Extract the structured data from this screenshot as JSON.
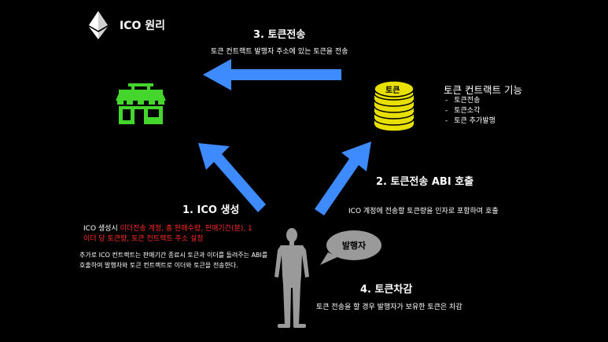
{
  "header": {
    "title": "ICO 원리"
  },
  "step3": {
    "title": "3. 토큰전송",
    "desc": "토큰 컨트랙트 발행자 주소에 있는 토큰을 전송"
  },
  "coin": {
    "label": "토큰"
  },
  "features": {
    "title": "토큰 컨트랙트 기능",
    "items": [
      {
        "bullet": "-",
        "label": "토큰전송"
      },
      {
        "bullet": "-",
        "label": "토큰소각"
      },
      {
        "bullet": "-",
        "label": "토큰 추가발행"
      }
    ]
  },
  "step2": {
    "title": "2. 토큰전송 ABI 호출",
    "desc": "ICO 계정에 전송할 토큰량을 인자로 포함하여 호출"
  },
  "step1": {
    "title": "1. ICO 생성",
    "line1_prefix": "ICO 생성시 ",
    "line1_red": "이더전송 계정, 총 판매수량, 판매기간(분), 1",
    "line2_red": "이더 당 토큰량, 토큰 컨트랙트 주소 설정",
    "note_line1": "추가로 ICO 컨트랙트는 판매기간 종료시 토큰과 이더를 돌려주는 ABI를",
    "note_line2": "호출하여 발행자와 토큰 컨트랙트로 이더와 토큰을 전송한다."
  },
  "issuer": {
    "bubble": "발행자"
  },
  "step4": {
    "title": "4. 토큰차감",
    "desc": "토큰 전송을 할 경우 발행자가 보유한 토큰은 차감"
  },
  "colors": {
    "background": "#000000",
    "arrow": "#3d8bff",
    "store": "#44d62c",
    "coin": "#e8e000",
    "highlight": "#ff2b2b",
    "person": "#9a9a9a"
  }
}
